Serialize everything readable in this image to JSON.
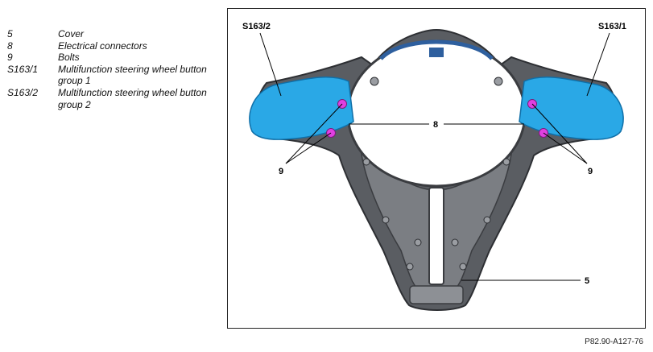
{
  "legend": [
    {
      "key": "5",
      "desc": "Cover"
    },
    {
      "key": "8",
      "desc": "Electrical connectors"
    },
    {
      "key": "9",
      "desc": "Bolts"
    },
    {
      "key": "S163/1",
      "desc": "Multifunction steering wheel button group 1"
    },
    {
      "key": "S163/2",
      "desc": "Multifunction steering wheel button group 2"
    }
  ],
  "figure": {
    "callouts": {
      "s163_2": "S163/2",
      "s163_1": "S163/1",
      "connectors": "8",
      "bolts_left": "9",
      "bolts_right": "9",
      "cover": "5"
    },
    "colors": {
      "button_group": "#2aa8e6",
      "bolt": "#e040e0",
      "housing": "#5a5d62"
    }
  },
  "figure_id": "P82.90-A127-76"
}
